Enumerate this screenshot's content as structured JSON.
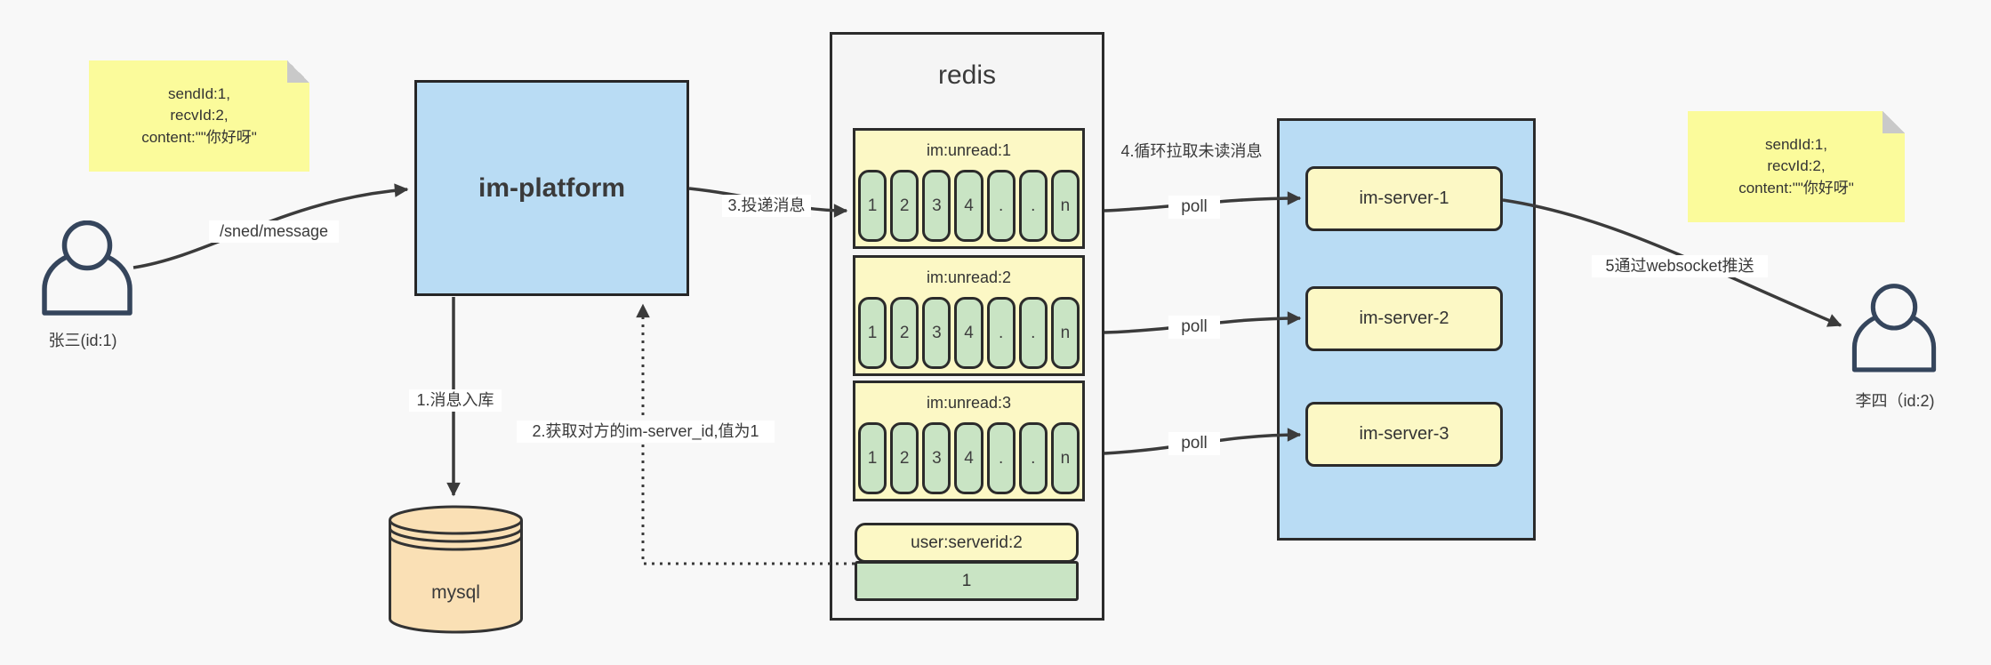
{
  "notes": {
    "left": {
      "lines": [
        "sendId:1,",
        "recvId:2,",
        "content:\"\"你好呀\""
      ]
    },
    "right": {
      "lines": [
        "sendId:1,",
        "recvId:2,",
        "content:\"\"你好呀\""
      ]
    }
  },
  "actors": {
    "sender": {
      "label": "张三(id:1)"
    },
    "receiver": {
      "label": "李四（id:2)"
    }
  },
  "platform": {
    "label": "im-platform"
  },
  "database": {
    "label": "mysql"
  },
  "redis": {
    "title": "redis",
    "queues": [
      {
        "title": "im:unread:1",
        "cells": [
          "1",
          "2",
          "3",
          "4",
          ".",
          ".",
          "n"
        ]
      },
      {
        "title": "im:unread:2",
        "cells": [
          "1",
          "2",
          "3",
          "4",
          ".",
          ".",
          "n"
        ]
      },
      {
        "title": "im:unread:3",
        "cells": [
          "1",
          "2",
          "3",
          "4",
          ".",
          ".",
          "n"
        ]
      }
    ],
    "kv": {
      "title": "user:serverid:2",
      "value": "1"
    }
  },
  "server_group": {
    "servers": [
      {
        "label": "im-server-1"
      },
      {
        "label": "im-server-2"
      },
      {
        "label": "im-server-3"
      }
    ]
  },
  "edge_labels": {
    "send_message": "/sned/message",
    "step1": "1.消息入库",
    "step2": "2.获取对方的im-server_id,值为1",
    "step3": "3.投递消息",
    "step4": "4.循环拉取未读消息",
    "step5": "5通过websocket推送",
    "poll": "poll"
  },
  "colors": {
    "canvas_bg": "#F8F8F8",
    "redis_bg": "#F5F5F5",
    "blue_fill": "#B9DCF4",
    "note_yellow": "#FBFB9B",
    "pale_yellow": "#FCF8C5",
    "green_cell": "#C9E4C4",
    "mysql_peach": "#FAE0B5",
    "border_dark": "#2B2B2B",
    "line_dark": "#3B3B3B",
    "person_stroke": "#35455C"
  }
}
